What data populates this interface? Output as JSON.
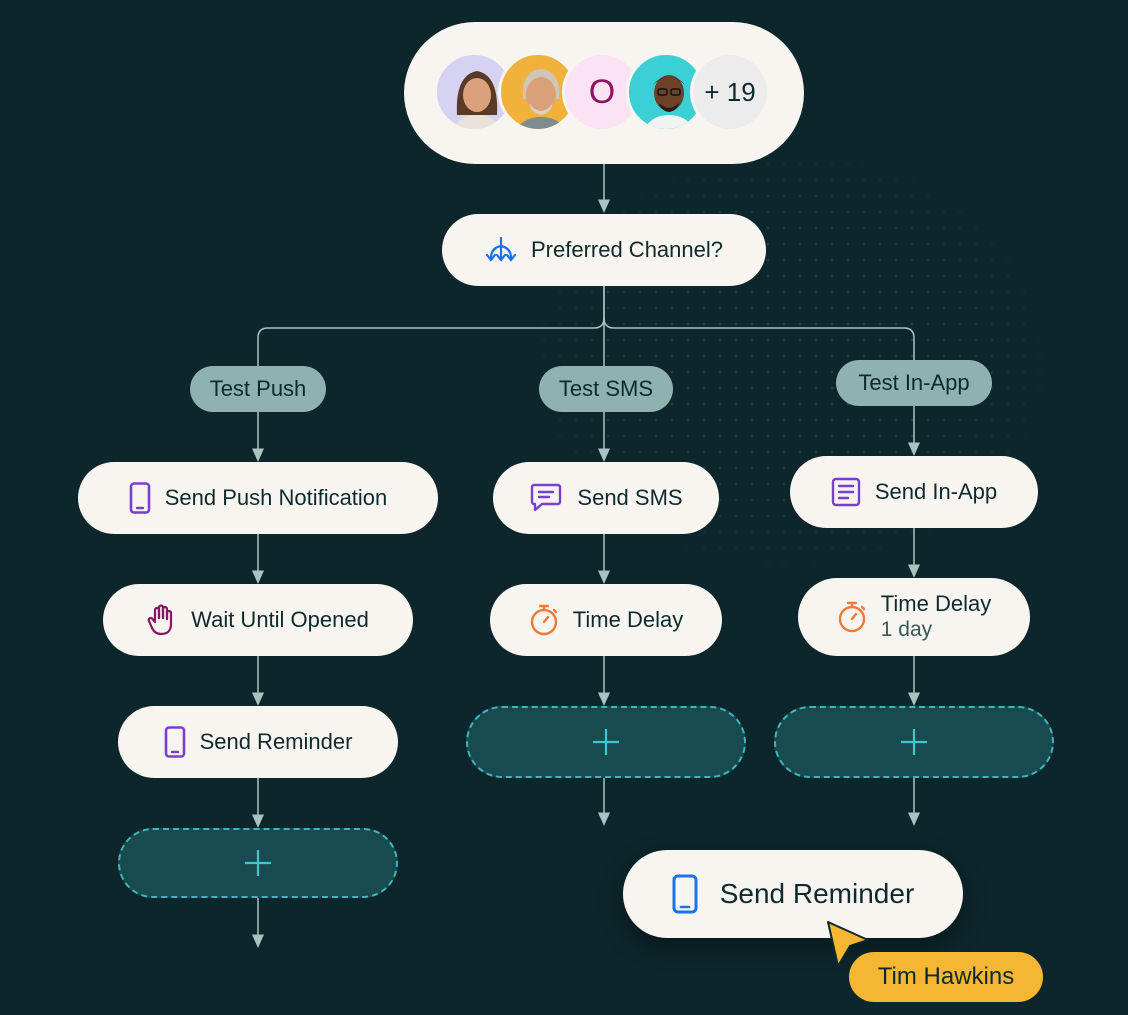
{
  "audience": {
    "avatars": [
      {
        "name": "avatar-woman",
        "bg": "#d6d3f2"
      },
      {
        "name": "avatar-older-man",
        "bg": "#f1b23b"
      },
      {
        "name": "avatar-initial",
        "initial": "O",
        "bg": "#fbe3f3",
        "color": "#8a1560"
      },
      {
        "name": "avatar-man-glasses",
        "bg": "#3bcfd6"
      }
    ],
    "more_count": "+ 19"
  },
  "decision": {
    "label": "Preferred Channel?",
    "icon": "split-branch-icon"
  },
  "branches": [
    {
      "tag": "Test Push"
    },
    {
      "tag": "Test SMS"
    },
    {
      "tag": "Test In-App"
    }
  ],
  "steps": {
    "push": {
      "label": "Send Push Notification",
      "icon": "phone-icon"
    },
    "wait": {
      "label": "Wait Until Opened",
      "icon": "hand-icon"
    },
    "reminder_left": {
      "label": "Send Reminder",
      "icon": "phone-icon"
    },
    "sms": {
      "label": "Send SMS",
      "icon": "chat-bubble-icon"
    },
    "delay_sms": {
      "label": "Time Delay",
      "icon": "stopwatch-icon"
    },
    "inapp": {
      "label": "Send In-App",
      "icon": "document-icon"
    },
    "delay_inapp": {
      "label": "Time Delay",
      "sub": "1 day",
      "icon": "stopwatch-icon"
    },
    "reminder_drag": {
      "label": "Send Reminder",
      "icon": "phone-icon"
    }
  },
  "add_button_label": "+",
  "cursor": {
    "user": "Tim Hawkins",
    "color": "#f5b731"
  },
  "colors": {
    "background": "#0c262b",
    "node": "#f8f5f1",
    "tag": "#8fb1b0",
    "accent_purple": "#7a3fcf",
    "accent_orange": "#ee7a3a",
    "accent_blue": "#1a73e8",
    "dashed": "#3fb5c0"
  }
}
